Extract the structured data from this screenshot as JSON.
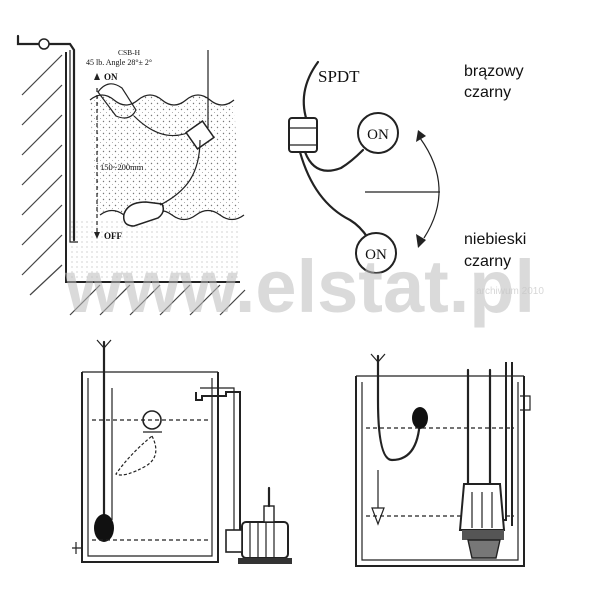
{
  "top_left": {
    "spec_title": "CSB-H",
    "spec_angle": "45 lb. Angle 28°± 2°",
    "on_label": "ON",
    "range_label": "150~200mm",
    "off_label": "OFF"
  },
  "top_right": {
    "switch_type": "SPDT",
    "switch_on_upper": "ON",
    "switch_on_lower": "ON",
    "wire_upper_1": "brązowy",
    "wire_upper_2": "czarny",
    "wire_lower_1": "niebieski",
    "wire_lower_2": "czarny"
  },
  "watermark": {
    "main": "www.elstat.pl",
    "small": "archiwum 2010"
  },
  "colors": {
    "ink": "#222222",
    "watermark": "#bdbdbd",
    "background": "#ffffff"
  }
}
